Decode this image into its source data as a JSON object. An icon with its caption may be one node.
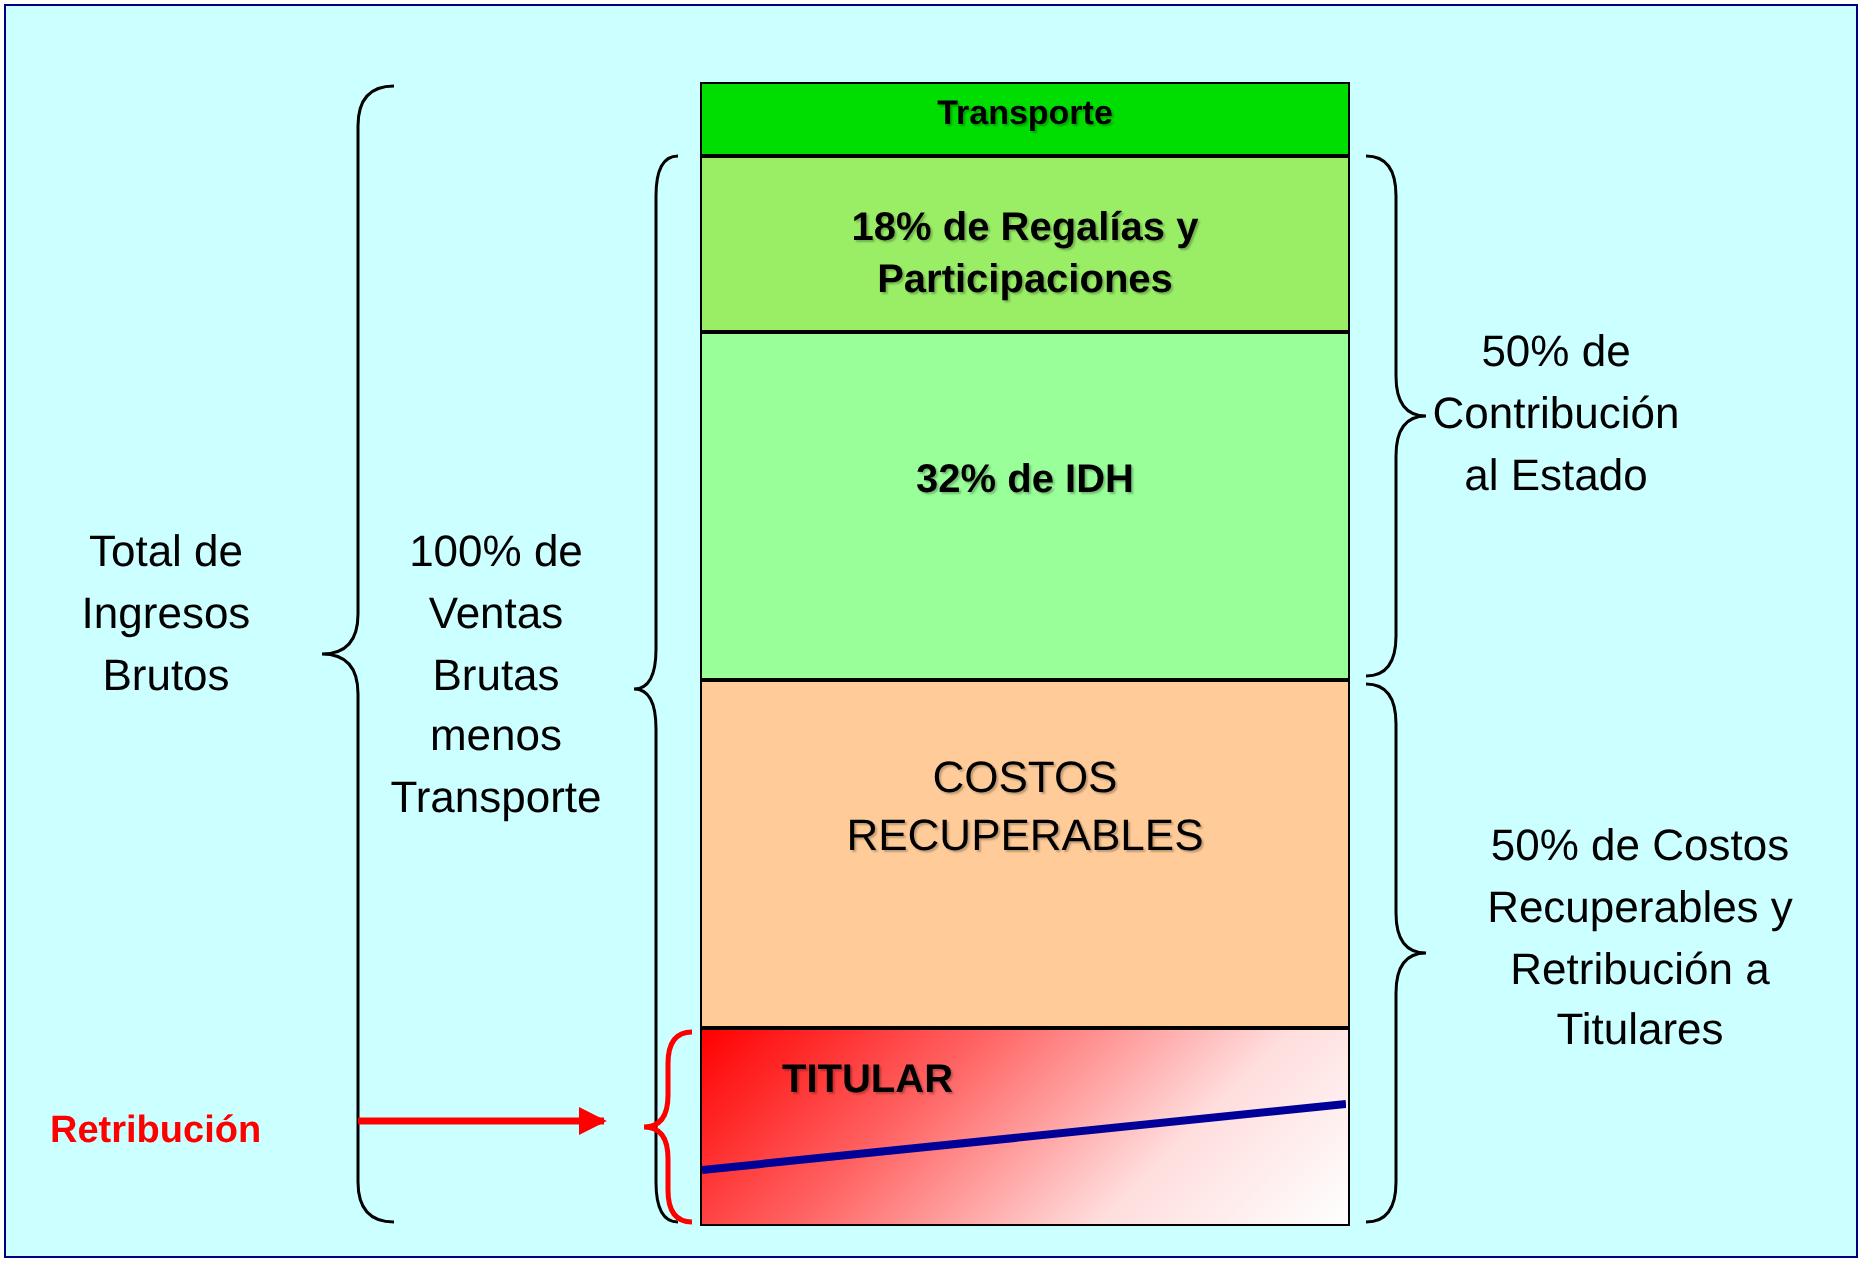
{
  "diagram": {
    "nodes": [
      {
        "text": [
          "Transporte"
        ]
      },
      {
        "text": [
          "18% de Regalías y Participaciones"
        ]
      },
      {
        "text": [
          "32% de IDH"
        ]
      },
      {
        "text": [
          "COSTOS RECUPERABLES"
        ]
      },
      {
        "text": [
          "TITULAR"
        ]
      },
      {
        "text": [
          "Retribución"
        ]
      }
    ],
    "edges": [
      {
        "from": 5,
        "to": 4,
        "arrow": "to",
        "color": "#ff0000"
      }
    ],
    "labels": [
      "Total de Ingresos Brutos",
      "100% de Ventas Brutas menos Transporte",
      "50% de Contribución al Estado",
      "50% de Costos Recuperables y Retribución a Titulares"
    ]
  }
}
